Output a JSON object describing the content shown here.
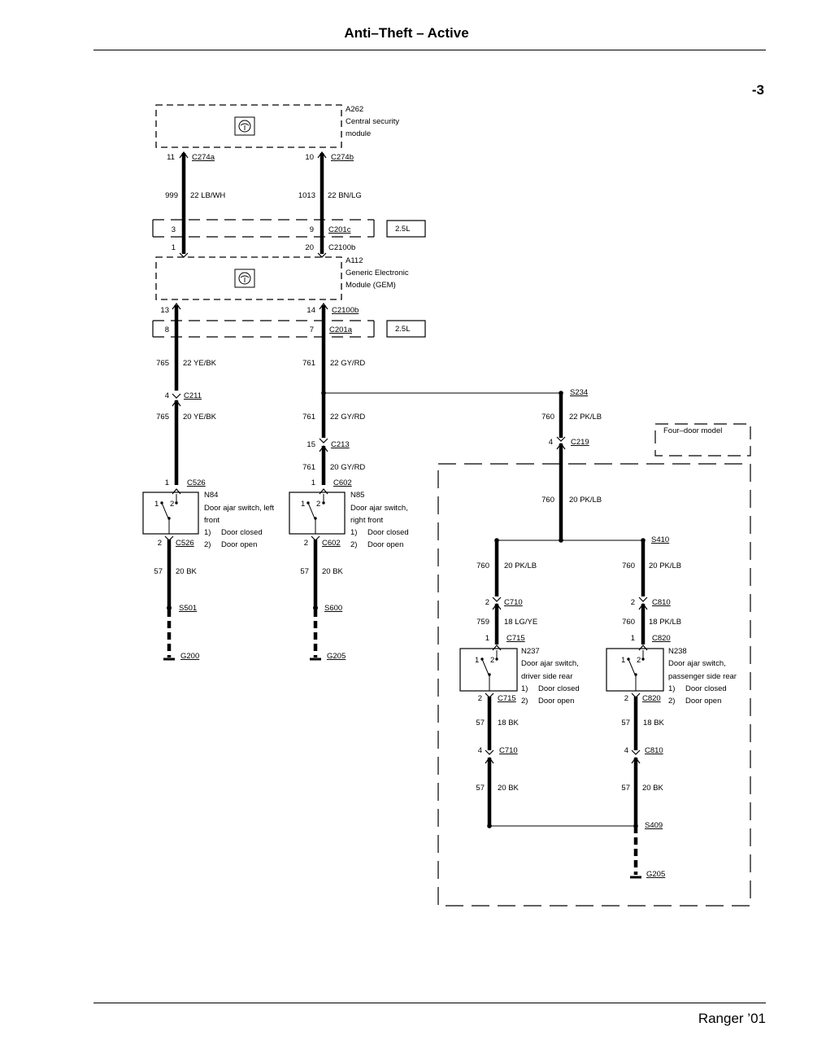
{
  "header": {
    "title": "Anti–Theft – Active",
    "page_number": "-3"
  },
  "footer": {
    "text": "Ranger ’01"
  },
  "modules": {
    "a262": {
      "id": "A262",
      "line1": "Central security",
      "line2": "module"
    },
    "a112": {
      "id": "A112",
      "line1": "Generic Electronic",
      "line2": "Module (GEM)"
    }
  },
  "connectors": {
    "c274a": {
      "pin": "11",
      "name": "C274a"
    },
    "c274b": {
      "pin": "10",
      "name": "C274b"
    },
    "c201c_l": {
      "pin": "3"
    },
    "c201c_r": {
      "pin": "9",
      "name": "C201c"
    },
    "c2100b_top_l": {
      "pin": "1"
    },
    "c2100b_top_r": {
      "pin": "20",
      "name": "C2100b"
    },
    "c2100b_bot_l": {
      "pin": "13"
    },
    "c2100b_bot_r": {
      "pin": "14",
      "name": "C2100b"
    },
    "c201a_l": {
      "pin": "8"
    },
    "c201a_r": {
      "pin": "7",
      "name": "C201a"
    },
    "c211": {
      "pin": "4",
      "name": "C211"
    },
    "c213": {
      "pin": "15",
      "name": "C213"
    },
    "c219": {
      "pin": "4",
      "name": "C219"
    },
    "c526_top": {
      "pin": "1",
      "name": "C526"
    },
    "c526_bot": {
      "pin": "2",
      "name": "C526"
    },
    "c602_top": {
      "pin": "1",
      "name": "C602"
    },
    "c602_bot": {
      "pin": "2",
      "name": "C602"
    },
    "c710_top": {
      "pin": "2",
      "name": "C710"
    },
    "c715_top": {
      "pin": "1",
      "name": "C715"
    },
    "c715_bot": {
      "pin": "2",
      "name": "C715"
    },
    "c710_bot": {
      "pin": "4",
      "name": "C710"
    },
    "c810_top": {
      "pin": "2",
      "name": "C810"
    },
    "c820_top": {
      "pin": "1",
      "name": "C820"
    },
    "c820_bot": {
      "pin": "2",
      "name": "C820"
    },
    "c810_bot": {
      "pin": "4",
      "name": "C810"
    }
  },
  "wires": {
    "w999": {
      "circuit": "999",
      "spec": "22 LB/WH"
    },
    "w1013": {
      "circuit": "1013",
      "spec": "22 BN/LG"
    },
    "w765a": {
      "circuit": "765",
      "spec": "22 YE/BK"
    },
    "w761a": {
      "circuit": "761",
      "spec": "22 GY/RD"
    },
    "w765b": {
      "circuit": "765",
      "spec": "20 YE/BK"
    },
    "w761b": {
      "circuit": "761",
      "spec": "22 GY/RD"
    },
    "w761c": {
      "circuit": "761",
      "spec": "20 GY/RD"
    },
    "w760a": {
      "circuit": "760",
      "spec": "22 PK/LB"
    },
    "w760b": {
      "circuit": "760",
      "spec": "20 PK/LB"
    },
    "w760c": {
      "circuit": "760",
      "spec": "20 PK/LB"
    },
    "w760d": {
      "circuit": "760",
      "spec": "20 PK/LB"
    },
    "w759": {
      "circuit": "759",
      "spec": "18 LG/YE"
    },
    "w760e": {
      "circuit": "760",
      "spec": "18 PK/LB"
    },
    "w57a": {
      "circuit": "57",
      "spec": "20 BK"
    },
    "w57b": {
      "circuit": "57",
      "spec": "20 BK"
    },
    "w57c": {
      "circuit": "57",
      "spec": "18 BK"
    },
    "w57d": {
      "circuit": "57",
      "spec": "18 BK"
    },
    "w57e": {
      "circuit": "57",
      "spec": "20 BK"
    },
    "w57f": {
      "circuit": "57",
      "spec": "20 BK"
    }
  },
  "option_boxes": {
    "engine1": "2.5L",
    "engine2": "2.5L",
    "four_door": "Four–door model"
  },
  "splices": {
    "s234": "S234",
    "s410": "S410",
    "s501": "S501",
    "s600": "S600",
    "s409": "S409"
  },
  "grounds": {
    "g200": "G200",
    "g205a": "G205",
    "g205b": "G205"
  },
  "switches": {
    "n84": {
      "id": "N84",
      "line1": "Door ajar switch, left",
      "line2": "front"
    },
    "n85": {
      "id": "N85",
      "line1": "Door ajar switch,",
      "line2": "right front"
    },
    "n237": {
      "id": "N237",
      "line1": "Door ajar switch,",
      "line2": "driver side rear"
    },
    "n238": {
      "id": "N238",
      "line1": "Door ajar switch,",
      "line2": "passenger side rear"
    },
    "pin1": "1",
    "pin2": "2",
    "state1_num": "1)",
    "state1_text": "Door closed",
    "state2_num": "2)",
    "state2_text": "Door open"
  }
}
